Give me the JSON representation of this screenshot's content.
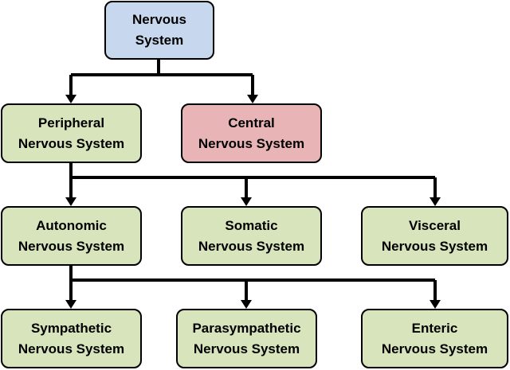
{
  "colors": {
    "root_fill": "#c7d7ee",
    "central_fill": "#e8b4b6",
    "branch_fill": "#d8e4bc",
    "line": "#000000"
  },
  "nodes": {
    "nervous_system": {
      "line1": "Nervous",
      "line2": "System"
    },
    "peripheral": {
      "line1": "Peripheral",
      "line2": "Nervous System"
    },
    "central": {
      "line1": "Central",
      "line2": "Nervous System"
    },
    "autonomic": {
      "line1": "Autonomic",
      "line2": "Nervous System"
    },
    "somatic": {
      "line1": "Somatic",
      "line2": "Nervous System"
    },
    "visceral": {
      "line1": "Visceral",
      "line2": "Nervous System"
    },
    "sympathetic": {
      "line1": "Sympathetic",
      "line2": "Nervous System"
    },
    "parasympathetic": {
      "line1": "Parasympathetic",
      "line2": "Nervous System"
    },
    "enteric": {
      "line1": "Enteric",
      "line2": "Nervous System"
    }
  },
  "edges": [
    {
      "from": "nervous_system",
      "to": [
        "peripheral",
        "central"
      ]
    },
    {
      "from": "peripheral",
      "to": [
        "autonomic",
        "somatic",
        "visceral"
      ]
    },
    {
      "from": "autonomic",
      "to": [
        "sympathetic",
        "parasympathetic",
        "enteric"
      ]
    }
  ]
}
